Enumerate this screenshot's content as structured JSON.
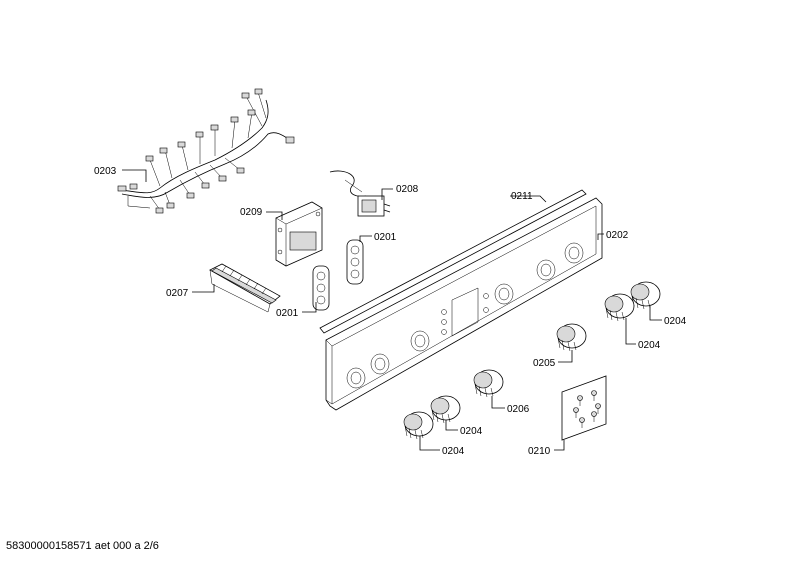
{
  "labels": {
    "p0201": "0201",
    "p0202": "0202",
    "p0203": "0203",
    "p0204": "0204",
    "p0205": "0205",
    "p0206": "0206",
    "p0207": "0207",
    "p0208": "0208",
    "p0209": "0209",
    "p0210": "0210",
    "p0211": "0211"
  },
  "footer": "58300000158571 aet 000 a 2/6"
}
